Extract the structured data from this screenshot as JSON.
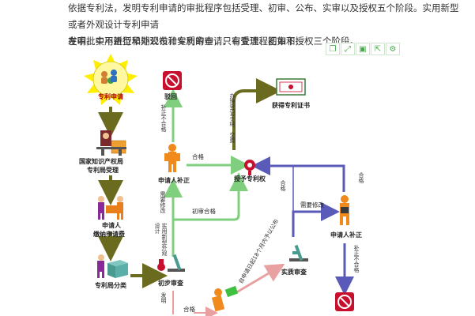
{
  "intro": {
    "line1": "依据专利法，发明专利申请的审批程序包括受理、初审、公布、实审以及授权五个阶段。实用新型或者外观设计专利申请",
    "line2": "在审批中不进行早期公布和实质审查，只有受理、初审和授权三个阶段。",
    "lead": "发明、实用新型和外观设计专利的申请、审查流程图如下："
  },
  "toolbar": {
    "icons": [
      "bookmark-icon",
      "expand-icon",
      "save-icon",
      "share-icon",
      "settings-icon"
    ],
    "glyphs": [
      "❐",
      "⤢",
      "▣",
      "⇱",
      "⚙"
    ]
  },
  "nodes": {
    "apply": "专利申请",
    "office_accept": "国家知识产权局\n专利局受理",
    "office_accept_l1": "国家知识产权局",
    "office_accept_l2": "专利局受理",
    "pay_l1": "申请人",
    "pay_l2": "缴纳申请费",
    "classify": "专利局分类",
    "prelim": "初步审查",
    "applicant_fix_1": "申请人补正",
    "reject_1": "驳回",
    "grant": "授予专利权",
    "certificate": "获得专利证书",
    "substantive": "实质审查",
    "applicant_fix_2": "申请人补正"
  },
  "edges": {
    "fix_to_reject": "补正不合格",
    "fix_to_grant": "合格",
    "need_fix_1": "需要修改",
    "prelim_pass": "初审合格",
    "utility_design": "实用新型外观设计",
    "register": "办理登记手续、交费",
    "grant_to_sub": "合格",
    "need_fix_2": "需要修改",
    "fix2_pass": "合格",
    "fix2_fail": "补正不合格",
    "publish": "自申请日起18个月内予以公布",
    "invention": "发明",
    "pass_bottom": "合格"
  },
  "colors": {
    "text": "#333333",
    "arrow_olive": "#6b6b1f",
    "arrow_green": "#7fcf7f",
    "arrow_blue": "#5a5ab8",
    "arrow_pink": "#e8a0a0",
    "sun": "#ffee00",
    "person_orange": "#f08a1c",
    "person_purple": "#8a2a9a",
    "seal_red": "#c8102e"
  }
}
